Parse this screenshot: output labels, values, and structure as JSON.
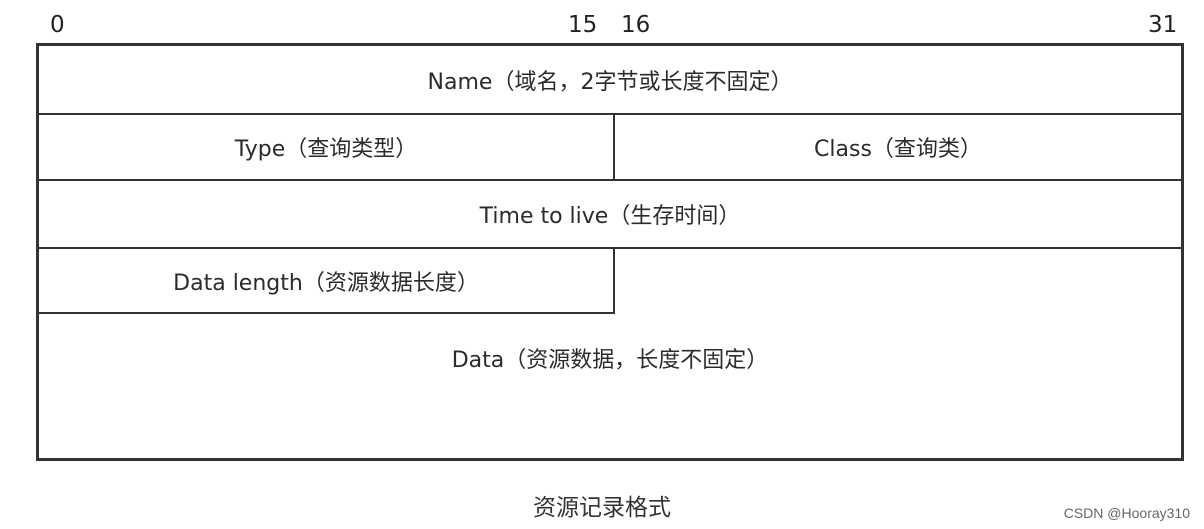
{
  "bit_labels": {
    "start": "0",
    "half_end": "15",
    "half_start": "16",
    "end": "31"
  },
  "fields": {
    "name": "Name（域名，2字节或长度不固定）",
    "type": "Type（查询类型）",
    "class": "Class（查询类）",
    "ttl": "Time to live（生存时间）",
    "data_length": "Data length（资源数据长度）",
    "data": "Data（资源数据，长度不固定）"
  },
  "caption": "资源记录格式",
  "watermark": "CSDN @Hooray310"
}
